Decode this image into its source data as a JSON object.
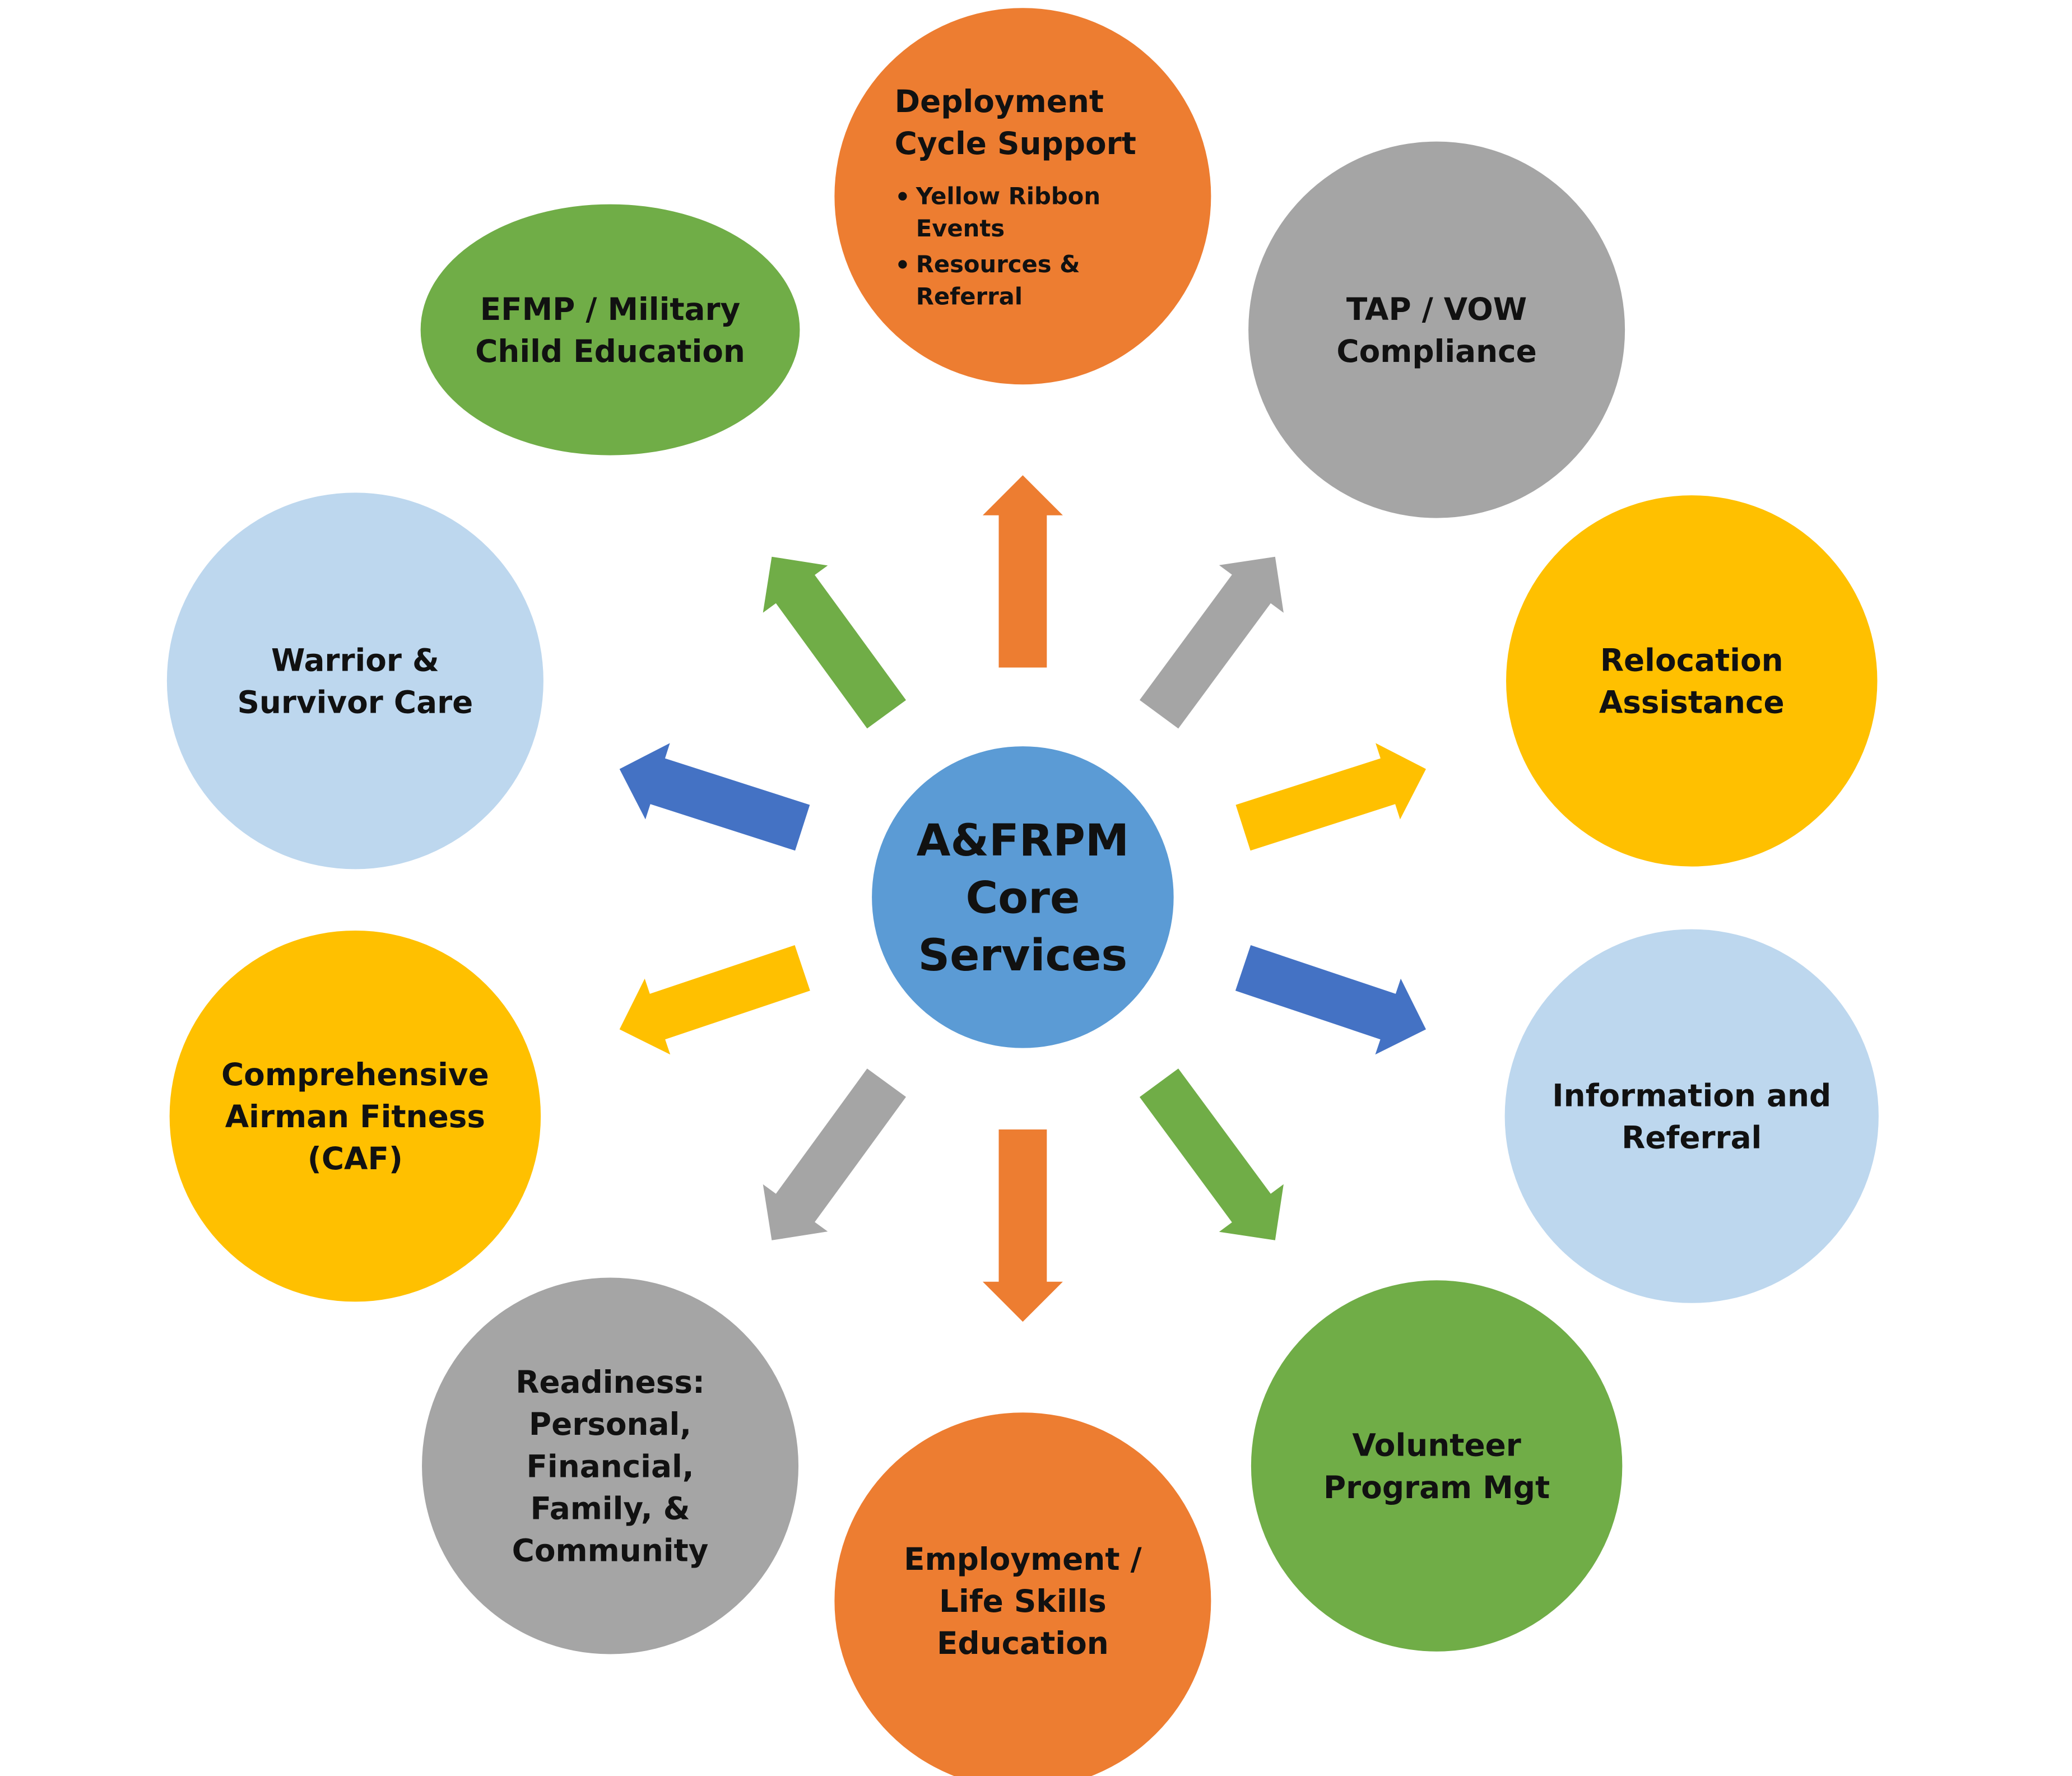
{
  "colors": {
    "orange": "#ED7D31",
    "gray": "#A5A5A5",
    "yellow": "#FFC000",
    "light_blue": "#BDD7EE",
    "green": "#70AD47",
    "dark_blue": "#4472C4",
    "center_blue": "#5B9BD5",
    "text": "#111111"
  },
  "center": {
    "lines": [
      "A&FRPM",
      "Core",
      "Services"
    ],
    "color": "#5B9BD5"
  },
  "nodes": [
    {
      "id": "deployment",
      "lines": [
        "Deployment",
        "Cycle Support"
      ],
      "bullets": [
        [
          "Yellow Ribbon",
          "Events"
        ],
        [
          "Resources &",
          "Referral"
        ]
      ],
      "color": "#ED7D31",
      "arrow_color": "#ED7D31"
    },
    {
      "id": "tap-vow",
      "lines": [
        "TAP / VOW",
        "Compliance"
      ],
      "color": "#A5A5A5",
      "arrow_color": "#A5A5A5"
    },
    {
      "id": "relocation",
      "lines": [
        "Relocation",
        "Assistance"
      ],
      "color": "#FFC000",
      "arrow_color": "#FFC000"
    },
    {
      "id": "information-referral",
      "lines": [
        "Information and",
        "Referral"
      ],
      "color": "#BDD7EE",
      "arrow_color": "#4472C4"
    },
    {
      "id": "volunteer",
      "lines": [
        "Volunteer",
        "Program Mgt"
      ],
      "color": "#70AD47",
      "arrow_color": "#70AD47"
    },
    {
      "id": "employment",
      "lines": [
        "Employment /",
        "Life Skills",
        "Education"
      ],
      "color": "#ED7D31",
      "arrow_color": "#ED7D31"
    },
    {
      "id": "readiness",
      "lines": [
        "Readiness:",
        "Personal,",
        "Financial,",
        "Family,     &",
        "Community"
      ],
      "color": "#A5A5A5",
      "arrow_color": "#A5A5A5"
    },
    {
      "id": "caf",
      "lines": [
        "Comprehensive",
        "Airman Fitness",
        "(CAF)"
      ],
      "color": "#FFC000",
      "arrow_color": "#FFC000"
    },
    {
      "id": "warrior-survivor",
      "lines": [
        "Warrior &",
        "Survivor Care"
      ],
      "color": "#BDD7EE",
      "arrow_color": "#4472C4"
    },
    {
      "id": "efmp",
      "lines": [
        "EFMP / Military",
        "Child Education"
      ],
      "color": "#70AD47",
      "arrow_color": "#70AD47"
    }
  ]
}
